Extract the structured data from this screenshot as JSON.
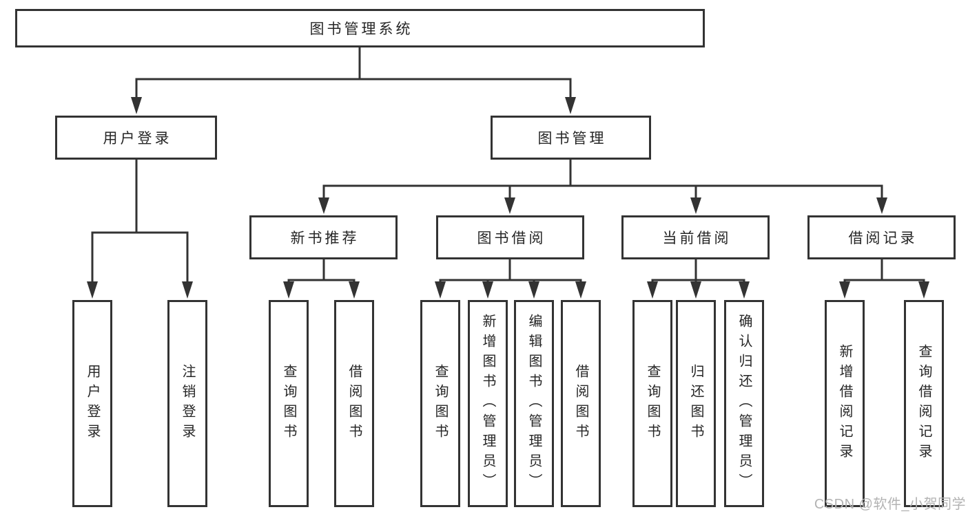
{
  "watermark": "CSDN @软件_小贺同学",
  "colors": {
    "line": "#333333",
    "box_fill": "#ffffff",
    "text": "#262626",
    "watermark": "#b3b3b3",
    "background": "#ffffff"
  },
  "tree": {
    "root": {
      "label": "图书管理系统",
      "children": [
        {
          "label": "用户登录",
          "children": [
            {
              "label": "用户登录"
            },
            {
              "label": "注销登录"
            }
          ]
        },
        {
          "label": "图书管理",
          "children": [
            {
              "label": "新书推荐",
              "children": [
                {
                  "label": "查询图书"
                },
                {
                  "label": "借阅图书"
                }
              ]
            },
            {
              "label": "图书借阅",
              "children": [
                {
                  "label": "查询图书"
                },
                {
                  "label": "新增图书（管理员）"
                },
                {
                  "label": "编辑图书（管理员）"
                },
                {
                  "label": "借阅图书"
                }
              ]
            },
            {
              "label": "当前借阅",
              "children": [
                {
                  "label": "查询图书"
                },
                {
                  "label": "归还图书"
                },
                {
                  "label": "确认归还（管理员）"
                }
              ]
            },
            {
              "label": "借阅记录",
              "children": [
                {
                  "label": "新增借阅记录"
                },
                {
                  "label": "查询借阅记录"
                }
              ]
            }
          ]
        }
      ]
    }
  }
}
